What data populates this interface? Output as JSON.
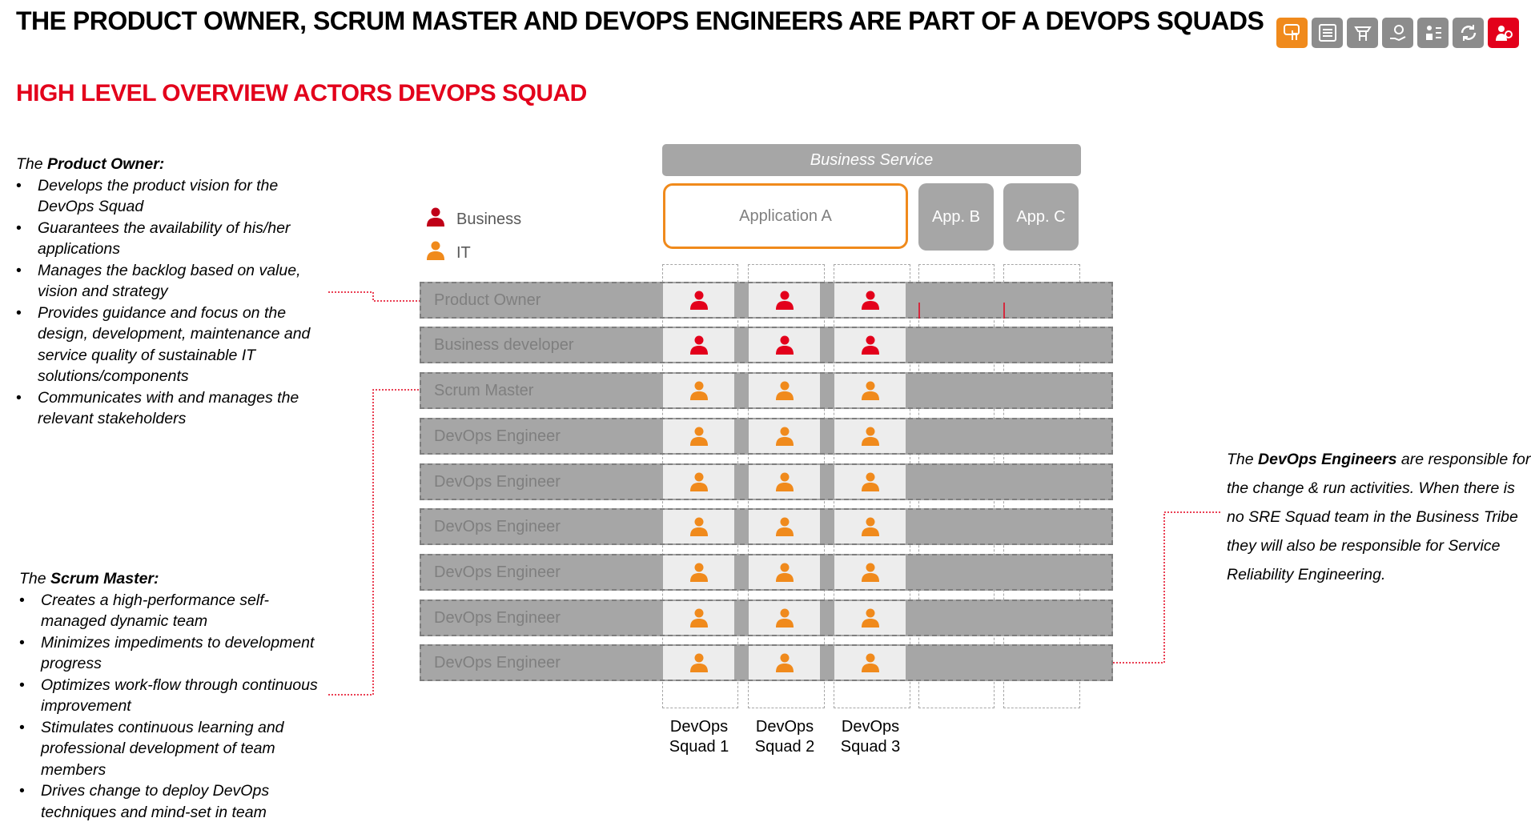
{
  "header": {
    "title": "THE PRODUCT OWNER, SCRUM MASTER AND DEVOPS ENGINEERS ARE PART OF A DEVOPS SQUADS",
    "subtitle": "HIGH LEVEL OVERVIEW ACTORS DEVOPS SQUAD"
  },
  "toolbar": {
    "icons": [
      "touch-icon",
      "list-icon",
      "tower-icon",
      "gear-hand-icon",
      "checklist-person-icon",
      "cycle-icon",
      "person-gear-icon"
    ]
  },
  "colors": {
    "accent_red": "#e3001b",
    "accent_orange": "#f08a1c",
    "gray": "#a6a6a6"
  },
  "legend": {
    "business": "Business",
    "it": "IT"
  },
  "product_owner": {
    "lead": "The ",
    "role": "Product Owner:",
    "bullets": [
      "Develops the product vision for the DevOps Squad",
      "Guarantees the availability of his/her applications",
      "Manages the backlog based on value, vision and strategy",
      "Provides guidance and focus on the design, development, maintenance and service quality of sustainable IT solutions/components",
      "Communicates with and manages the relevant stakeholders"
    ]
  },
  "scrum_master": {
    "lead": "The ",
    "role": "Scrum Master:",
    "bullets": [
      "Creates a high-performance self-managed dynamic team",
      "Minimizes impediments to development progress",
      "Optimizes work-flow through continuous improvement",
      "Stimulates continuous learning and professional development of team members",
      "Drives change to deploy DevOps techniques and mind-set in team"
    ]
  },
  "devops_engineers": {
    "lead": "The ",
    "role": "DevOps Engineers",
    "text": " are responsible for the change & run activities. When there is no SRE Squad team in the Business Tribe they will also be responsible for Service Reliability Engineering."
  },
  "diagram": {
    "business_service": "Business Service",
    "apps": [
      "Application A",
      "App. B",
      "App. C"
    ],
    "rows": [
      {
        "label": "Product Owner",
        "type": "business"
      },
      {
        "label": "Business developer",
        "type": "business"
      },
      {
        "label": "Scrum Master",
        "type": "it"
      },
      {
        "label": "DevOps Engineer",
        "type": "it"
      },
      {
        "label": "DevOps Engineer",
        "type": "it"
      },
      {
        "label": "DevOps Engineer",
        "type": "it"
      },
      {
        "label": "DevOps Engineer",
        "type": "it"
      },
      {
        "label": "DevOps Engineer",
        "type": "it"
      },
      {
        "label": "DevOps Engineer",
        "type": "it"
      }
    ],
    "squads": [
      {
        "line1": "DevOps",
        "line2": "Squad 1"
      },
      {
        "line1": "DevOps",
        "line2": "Squad 2"
      },
      {
        "line1": "DevOps",
        "line2": "Squad 3"
      }
    ]
  }
}
